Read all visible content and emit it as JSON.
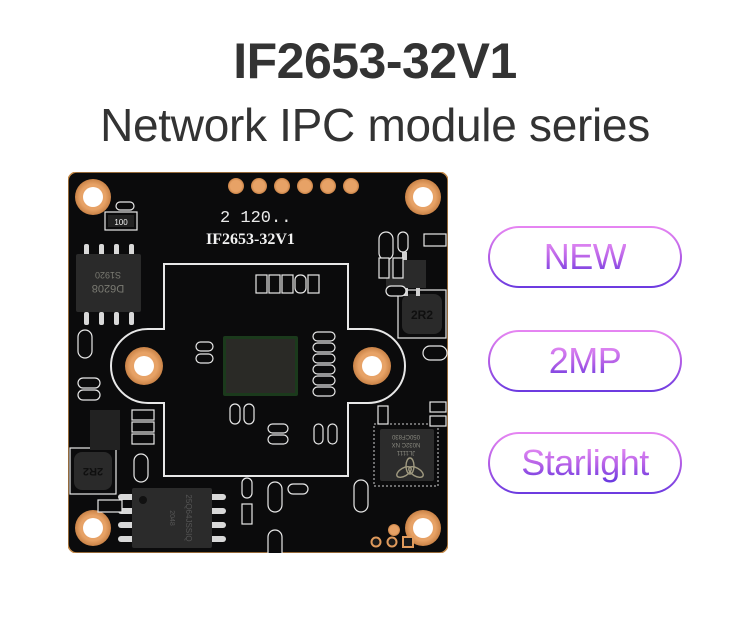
{
  "header": {
    "title": "IF2653-32V1",
    "subtitle": "Network IPC module series"
  },
  "product_image": {
    "silkscreen_date": "2 120..",
    "silkscreen_model": "IF2653-32V1",
    "chip_labels": {
      "soic_left": [
        "D6208",
        "S1920"
      ],
      "resistor": "100",
      "inductor": "2R2",
      "flash": [
        "25Q64JSSIQ",
        "2048"
      ],
      "qfn": [
        "050CF830",
        "N032C NX",
        "JL1111"
      ]
    },
    "colors": {
      "pcb": "#0b0b0c",
      "copper": "#e09a5c",
      "silk": "#f2f2f2"
    }
  },
  "badges": [
    {
      "label": "NEW"
    },
    {
      "label": "2MP"
    },
    {
      "label": "Starlight"
    }
  ],
  "theme": {
    "text": "#333333",
    "badge_gradient_top": "#e786f2",
    "badge_gradient_bottom": "#6b3ae0"
  }
}
